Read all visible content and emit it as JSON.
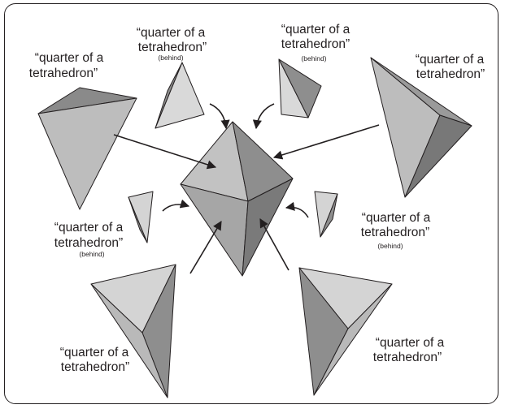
{
  "labels": {
    "top_left_front": {
      "line1": "“quarter of a",
      "line2": "tetrahedron”"
    },
    "top_center_left_behind": {
      "line1": "“quarter of a",
      "line2": "tetrahedron”",
      "note": "(behind)"
    },
    "top_center_right_behind": {
      "line1": "“quarter of a",
      "line2": "tetrahedron”",
      "note": "(behind)"
    },
    "top_right_front": {
      "line1": "“quarter of a",
      "line2": "tetrahedron”"
    },
    "middle_left_behind": {
      "line1": "“quarter of a",
      "line2": "tetrahedron”",
      "note": "(behind)"
    },
    "middle_right_behind": {
      "line1": "“quarter of a",
      "line2": "tetrahedron”",
      "note": "(behind)"
    },
    "bottom_left_front": {
      "line1": "“quarter of a",
      "line2": "tetrahedron”"
    },
    "bottom_right_front": {
      "line1": "“quarter of a",
      "line2": "tetrahedron”"
    }
  },
  "colors": {
    "outline": "#231f20",
    "light_face": "#d4d4d4",
    "mid_face": "#b3b3b3",
    "dark_face": "#8e8e8e",
    "darker_face": "#787878"
  }
}
